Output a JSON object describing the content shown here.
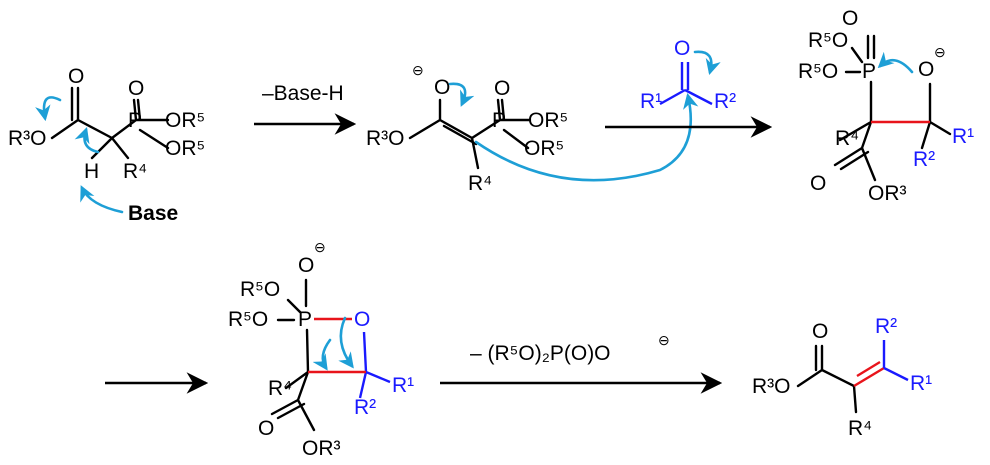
{
  "step1_label": "–Base-H",
  "step4_label": "– (R⁵O)₂P(O)O",
  "atoms": {
    "O": "O",
    "P": "P",
    "H": "H",
    "base": "Base",
    "R3O": "R³O",
    "OR3": "OR³",
    "R4": "R⁴",
    "OR5": "OR⁵",
    "R5O": "R⁵O",
    "R1": "R¹",
    "R2": "R²"
  },
  "colors": {
    "new_bond": "#e8141b",
    "carbonyl_partner": "#1a1aff",
    "electron_arrow": "#1e9fd6"
  }
}
